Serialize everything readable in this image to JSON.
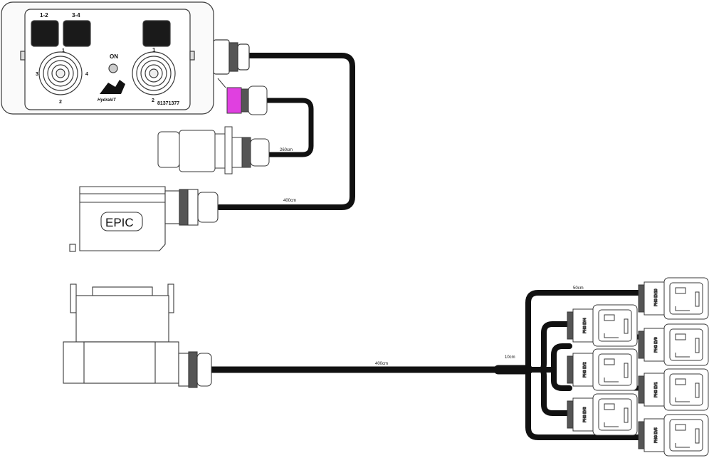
{
  "control_box": {
    "labels": {
      "sw_12": "1-2",
      "sw_34": "3-4",
      "sw_1": "1",
      "on": "ON",
      "joy_left_top": "1",
      "joy_left_left": "3",
      "joy_left_right": "4",
      "joy_left_bottom": "2",
      "joy_right_top": "1",
      "joy_right_bottom": "2",
      "brand": "HydrakiT",
      "part_number": "81371377"
    }
  },
  "cables": {
    "cable_260": "260cm",
    "cable_400_top": "400cm",
    "cable_400_bottom": "400cm",
    "cable_50": "50cm",
    "cable_10": "10cm"
  },
  "connector": {
    "epic_label": "EPIC"
  },
  "valves": [
    {
      "text": "PHG EV10"
    },
    {
      "text": "PHG EV9"
    },
    {
      "text": "PHG EV1"
    },
    {
      "text": "PHG EV5"
    },
    {
      "text": "PHG EV4"
    },
    {
      "text": "PHG EV2"
    },
    {
      "text": "PHG EV3"
    }
  ],
  "colors": {
    "cable": "#111111",
    "outline": "#3a3a3a",
    "accent_pink": "#e040e0",
    "box_fill": "#fafafa"
  }
}
